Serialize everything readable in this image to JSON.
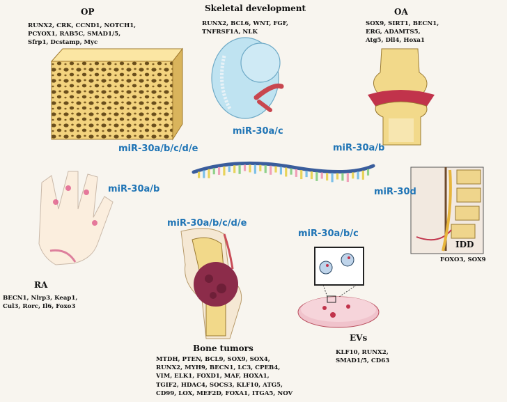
{
  "op": {
    "title": "OP",
    "genes": [
      "RUNX2,  CRK, CCND1, NOTCH1,",
      "PCYOX1, RAB5C,  SMAD1/5,",
      "Sfrp1, Dcstamp, Myc"
    ],
    "mirna": "miR-30a/b/c/d/e"
  },
  "skeletal": {
    "title": "Skeletal development",
    "genes": [
      "RUNX2,  BCL6, WNT, FGF,",
      "TNFRSF1A, NLK"
    ],
    "mirna": "miR-30a/c"
  },
  "oa": {
    "title": "OA",
    "genes": [
      "SOX9, SIRT1, BECN1,",
      "ERG,  ADAMTS5,",
      "Atg5, Dll4, Hoxa1"
    ],
    "mirna": "miR-30a/b"
  },
  "ra": {
    "title": "RA",
    "genes": [
      "BECN1, Nlrp3, Keap1,",
      "Cul3, Rorc, Il6, Foxo3"
    ],
    "mirna": "miR-30a/b"
  },
  "idd": {
    "title": "IDD",
    "genes": [
      "FOXO3, SOX9"
    ],
    "mirna": "miR-30d"
  },
  "bone_tumors": {
    "title": "Bone tumors",
    "genes": [
      "MTDH, PTEN, BCL9, SOX9, SOX4,",
      "RUNX2, MYH9, BECN1,  LC3, CPEB4,",
      "VIM, ELK1, FOXD1, MAF, HOXA1,",
      "TGIF2, HDAC4, SOCS3, KLF10, ATG5,",
      "CD99, LOX, MEF2D, FOXA1, ITGA5, NOV"
    ],
    "mirna": "miR-30a/b/c/d/e"
  },
  "evs": {
    "title": "EVs",
    "genes": [
      "KLF10, RUNX2,",
      "SMAD1/5, CD63"
    ],
    "mirna": "miR-30a/b/c"
  },
  "colors": {
    "mirna_text": "#1f74b5",
    "background": "#f8f5ef",
    "bone": "#f4dc8a",
    "cartilage_red": "#c1334b",
    "tumor": "#8c2c4a"
  },
  "icons": [
    "trabecular-bone-icon",
    "fetus-icon",
    "knee-joint-icon",
    "mirna-strand-icon",
    "arthritic-hand-icon",
    "spine-icon",
    "knee-tumor-icon",
    "petri-dish-icon"
  ]
}
